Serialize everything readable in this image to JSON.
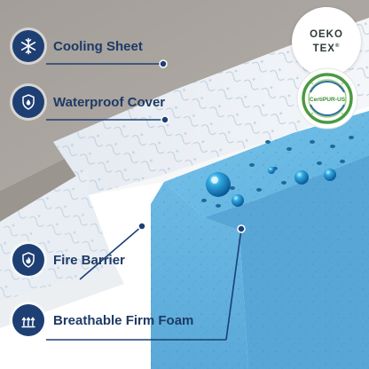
{
  "labels": {
    "cooling": "Cooling Sheet",
    "waterproof": "Waterproof Cover",
    "fire": "Fire Barrier",
    "foam": "Breathable Firm Foam"
  },
  "badges": {
    "oeko_line1": "OEKO",
    "oeko_line2": "TEX",
    "oeko_reg": "®",
    "certipur": "CertiPUR-US"
  },
  "icons": {
    "cooling": "snowflake-icon",
    "waterproof": "water-shield-icon",
    "fire": "flame-shield-icon",
    "foam": "airflow-arrows-icon"
  },
  "colors": {
    "label_circle": "#1d3f73",
    "label_text": "#1e3a66",
    "foam": "#6fbde6",
    "sheet": "#a7a19b",
    "certipur_green": "#3f8f3a"
  }
}
